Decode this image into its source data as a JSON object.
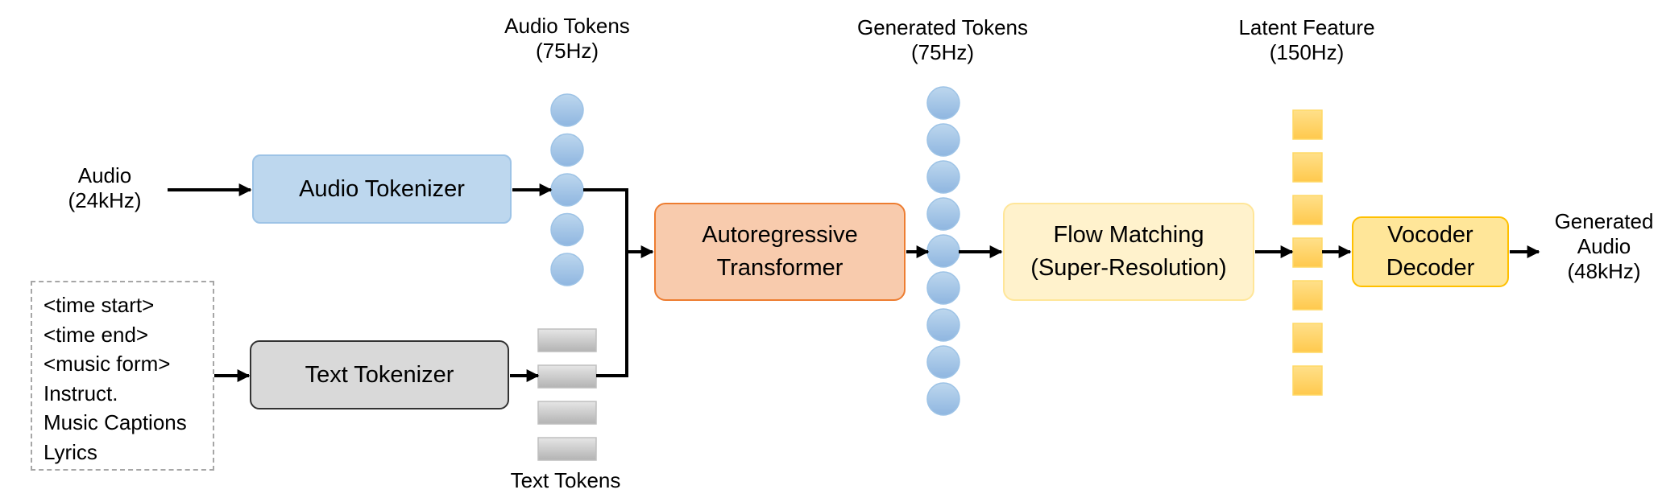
{
  "inputs": {
    "audio": [
      "Audio",
      "(24kHz)"
    ],
    "text_items": [
      "<time start>",
      "<time end>",
      "<music form>",
      "Instruct.",
      "Music Captions",
      "Lyrics"
    ]
  },
  "modules": {
    "audio_tokenizer": "Audio Tokenizer",
    "text_tokenizer": "Text Tokenizer",
    "ar_transformer": [
      "Autoregressive",
      "Transformer"
    ],
    "flow_matching": [
      "Flow Matching",
      "(Super-Resolution)"
    ],
    "vocoder": [
      "Vocoder",
      "Decoder"
    ]
  },
  "token_labels": {
    "audio_tokens": [
      "Audio Tokens",
      "(75Hz)"
    ],
    "text_tokens": "Text Tokens",
    "generated_tokens": [
      "Generated Tokens",
      "(75Hz)"
    ],
    "latent_feature": [
      "Latent Feature",
      "(150Hz)"
    ]
  },
  "output": [
    "Generated",
    "Audio",
    "(48kHz)"
  ],
  "colors": {
    "audio_token_fill": "#9dc3e6",
    "text_token_fill": "#c9c9c9",
    "latent_fill": "#ffd966",
    "arrow": "#000000"
  },
  "counts": {
    "audio_tokens": 5,
    "text_tokens": 4,
    "generated_tokens": 9,
    "latent_features": 7
  }
}
